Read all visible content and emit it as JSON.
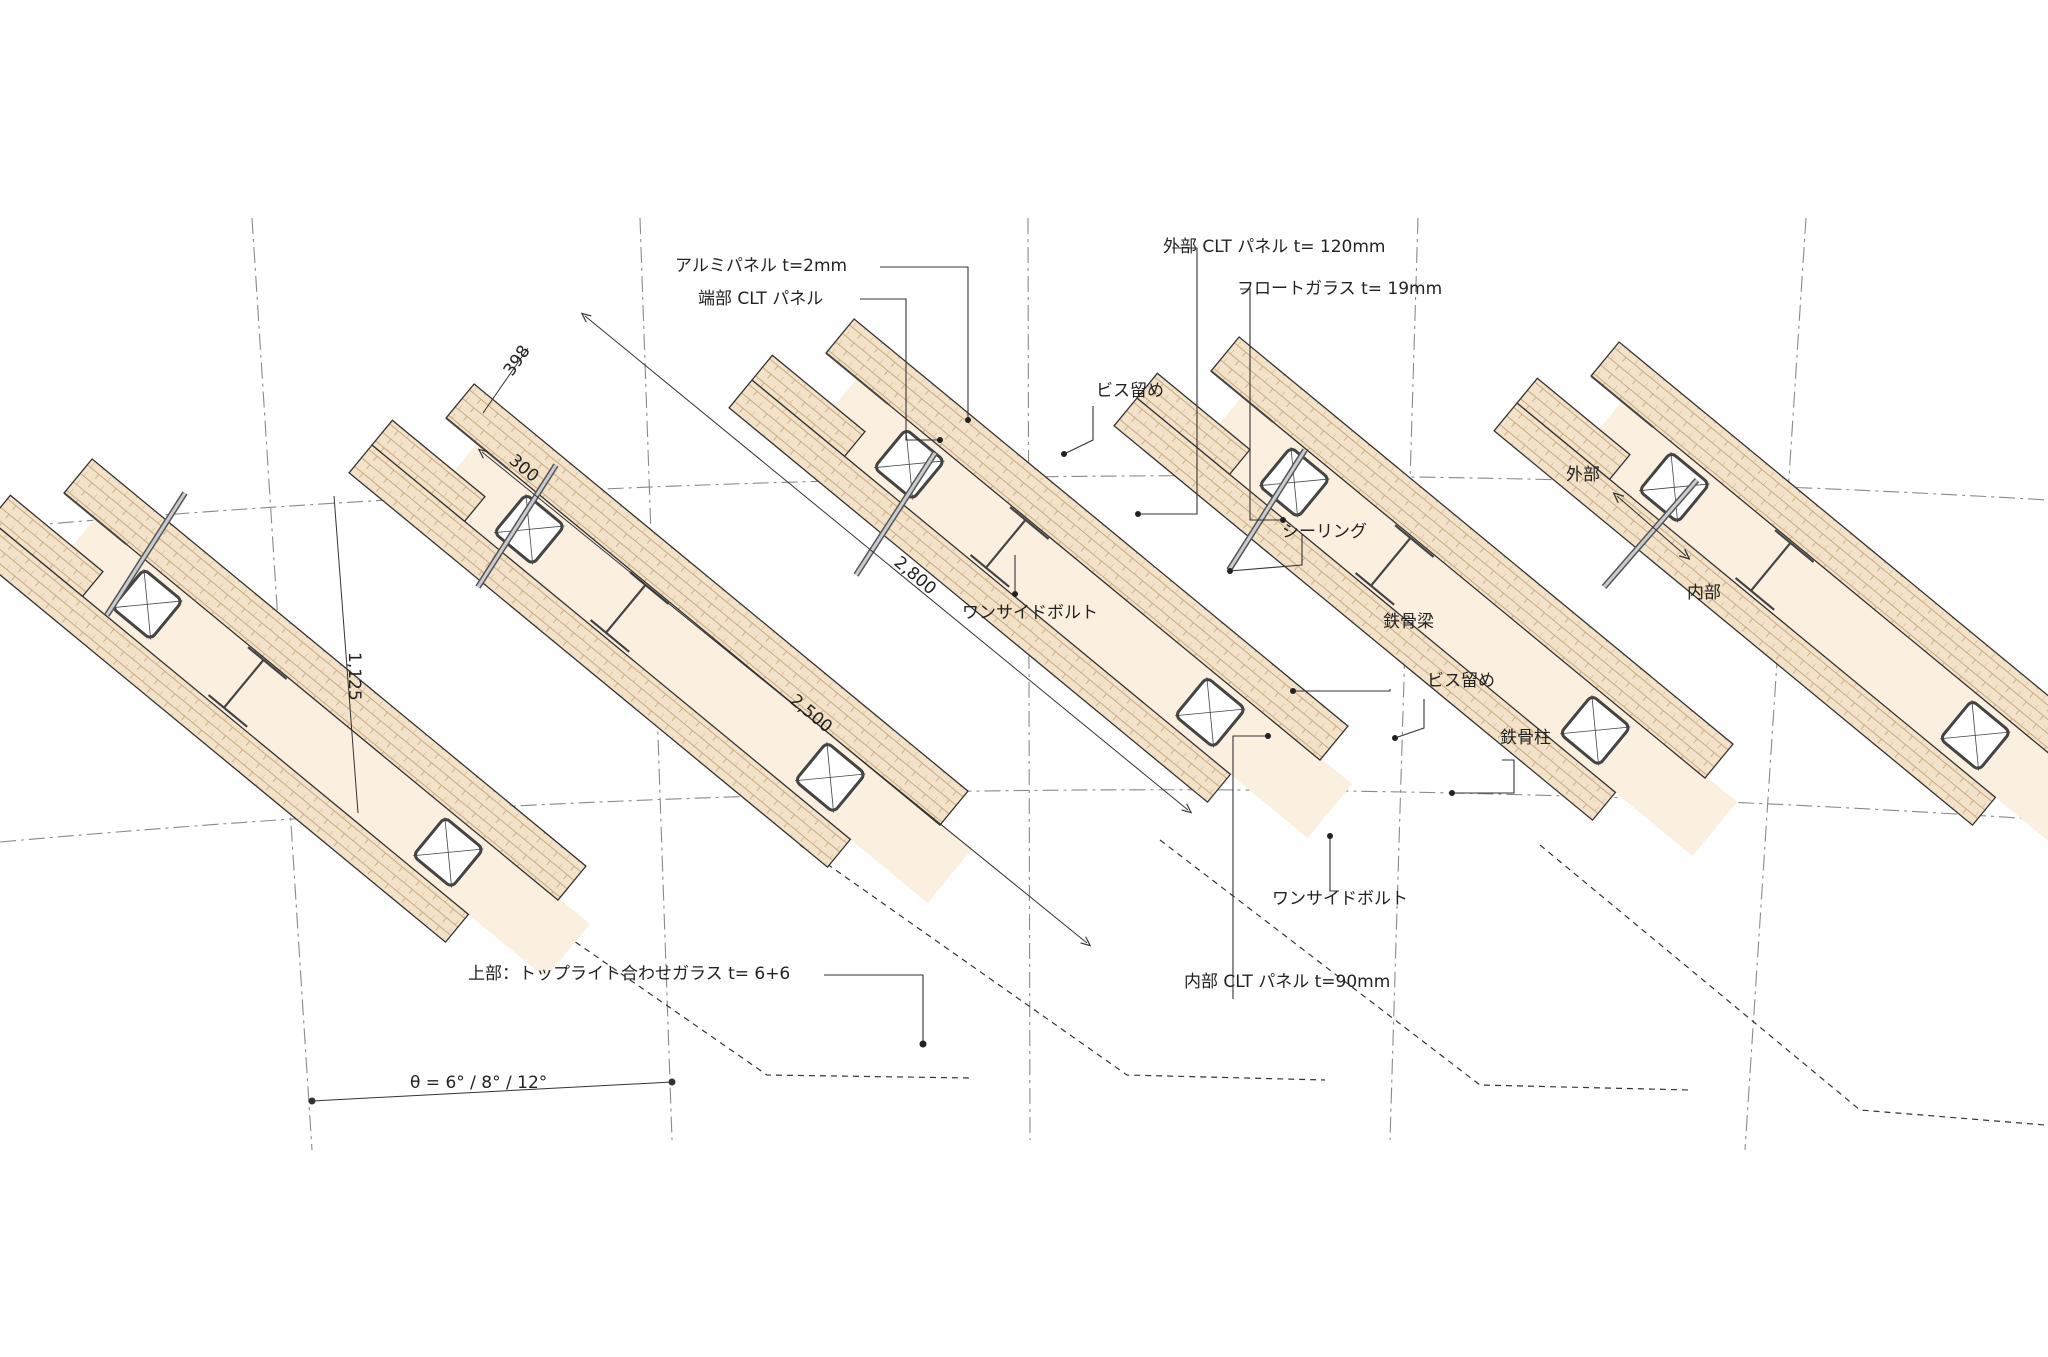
{
  "colors": {
    "wood": "#f3e2c7",
    "wood_light": "#fbefe0",
    "grain": "#b89c77",
    "outline": "#333333",
    "steel": "#444444",
    "glass": "#c9cdd2",
    "grid_line": "#8a8a8a"
  },
  "labels": {
    "alu_panel": "アルミパネル t=2mm",
    "end_clt": "端部 CLT パネル",
    "outer_clt": "外部 CLT パネル  t= 120mm",
    "float_glass": "フロートガラス t= 19mm",
    "screw_top": "ビス留め",
    "sealing": "シーリング",
    "one_side_bolt_top": "ワンサイドボルト",
    "steel_beam": "鉄骨梁",
    "screw_mid": "ビス留め",
    "steel_column": "鉄骨柱",
    "one_side_bolt_bottom": "ワンサイドボルト",
    "inner_clt": "内部 CLT  パネル t=90mm",
    "toplight": "上部：トップライト合わせガラス t= 6+6",
    "exterior": "外部",
    "interior": "内部",
    "angle": "θ = 6°  / 8°  / 12°"
  },
  "dimensions": {
    "d398": "398",
    "d300": "300",
    "d2800": "2,800",
    "d2500": "2,500",
    "d1125": "1,125"
  }
}
